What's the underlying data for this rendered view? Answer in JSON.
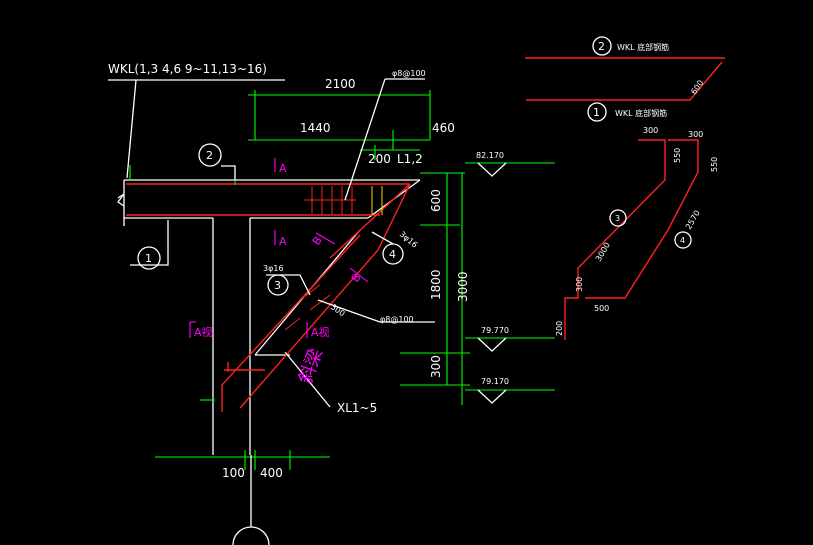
{
  "title_beam": "WKL(1,3 4,6 9~11,13~16)",
  "dims": {
    "top_total": "2100",
    "top_left": "1440",
    "top_right": "460",
    "mid_200": "200",
    "l12": "L1,2",
    "right_600": "600",
    "right_1800": "1800",
    "right_300": "300",
    "right_3000": "3000",
    "bottom_100": "100",
    "bottom_400": "400",
    "d_300": "300"
  },
  "elevations": {
    "top": "82.170",
    "mid": "79.770",
    "bottom": "79.170"
  },
  "rebar": {
    "stirrup": "φ8@100",
    "stirrup_lower": "φ8@100",
    "bar_3phi16_right": "3φ16",
    "bar_3phi16_left": "3φ16"
  },
  "circles": {
    "c1": "1",
    "c2": "2",
    "c3": "3",
    "c4": "4",
    "d1": "1",
    "d2": "2",
    "d3": "3",
    "d4": "4"
  },
  "section_marks": {
    "a_top": "A",
    "a_mid": "A",
    "a_left": "A视",
    "a_right": "A视",
    "b_upper": "B",
    "b_lower": "B",
    "slanted_beam": "斜梁"
  },
  "xl_label": "XL1~5",
  "detail": {
    "wkl2": "WKL 底部钢筋",
    "wkl1": "WKL 底部钢筋",
    "dim_600": "600",
    "dim_300a": "300",
    "dim_300b": "300",
    "dim_550a": "550",
    "dim_550b": "550",
    "dim_3000": "3000",
    "dim_2570": "2570",
    "dim_300c": "300",
    "dim_500": "500",
    "dim_200": "200"
  }
}
